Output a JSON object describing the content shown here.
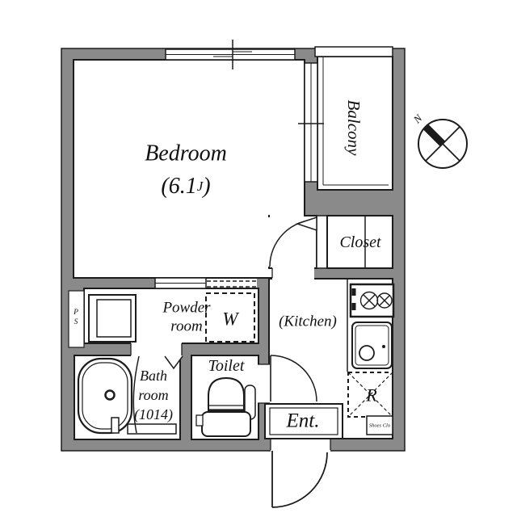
{
  "floorplan": {
    "rooms": {
      "bedroom": {
        "name": "Bedroom",
        "size_open": "(6.1",
        "size_unit": "J",
        "size_close": ")"
      },
      "balcony": {
        "name": "Balcony"
      },
      "closet": {
        "name": "Closet"
      },
      "powder_room": {
        "line1": "Powder",
        "line2": "room"
      },
      "washer_space": {
        "label": "W"
      },
      "kitchen": {
        "name": "(Kitchen)"
      },
      "bathroom": {
        "line1": "Bath",
        "line2": "room",
        "line3": "(1014)"
      },
      "toilet": {
        "name": "Toilet"
      },
      "entrance": {
        "name": "Ent."
      },
      "refrigerator_space": {
        "label": "R"
      },
      "shoe_closet": {
        "label": "Shoes Clo"
      },
      "pipe_space": {
        "line1": "P",
        "line2": "S"
      }
    },
    "compass": {
      "north_label": "N"
    },
    "colors": {
      "wall": "#8a8a8a",
      "line": "#1c1c1c",
      "background": "#ffffff"
    }
  }
}
